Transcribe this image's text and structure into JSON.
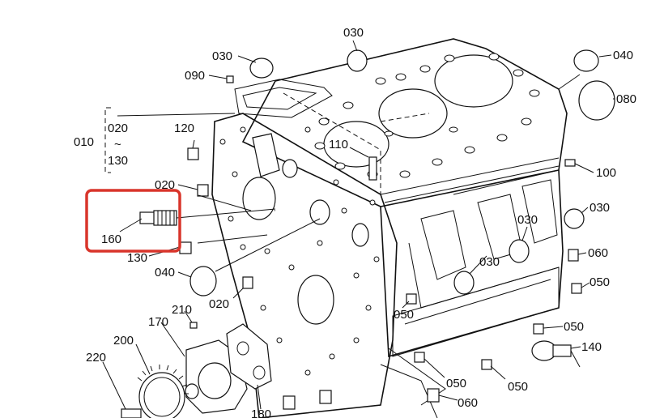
{
  "diagram": {
    "labels": {
      "l010": "010",
      "l020_range": "020",
      "tilde": "~",
      "l130_range": "130",
      "l020_a": "020",
      "l020_b": "020",
      "l030_a": "030",
      "l030_b": "030",
      "l030_c": "030",
      "l030_d": "030",
      "l030_e": "030",
      "l040_a": "040",
      "l040_b": "040",
      "l050_a": "050",
      "l050_b": "050",
      "l050_c": "050",
      "l050_d": "050",
      "l050_e": "050",
      "l060_a": "060",
      "l060_b": "060",
      "l080": "080",
      "l090": "090",
      "l100": "100",
      "l110": "110",
      "l120": "120",
      "l130": "130",
      "l140": "140",
      "l160": "160",
      "l170": "170",
      "l180": "180",
      "l200": "200",
      "l210": "210",
      "l220": "220"
    },
    "highlight_color": "#d9352b",
    "line_color": "#111111"
  }
}
